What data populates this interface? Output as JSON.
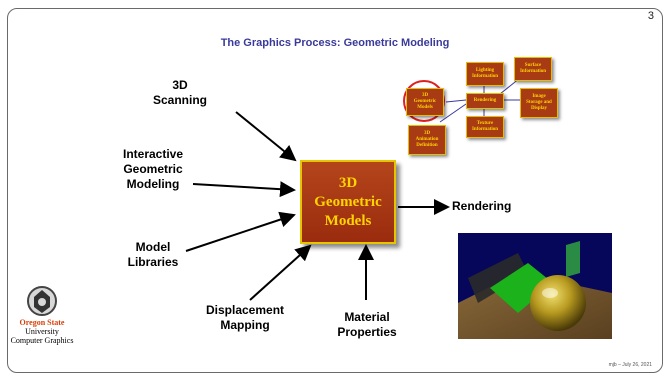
{
  "slide": {
    "page_number": "3",
    "title": "The Graphics Process: Geometric Modeling",
    "footer": "mjb – July 26, 2021"
  },
  "center_box": {
    "line1": "3D",
    "line2": "Geometric",
    "line3": "Models"
  },
  "inputs": {
    "scanning": {
      "line1": "3D",
      "line2": "Scanning"
    },
    "interactive": {
      "line1": "Interactive",
      "line2": "Geometric",
      "line3": "Modeling"
    },
    "libraries": {
      "line1": "Model",
      "line2": "Libraries"
    },
    "displacement": {
      "line1": "Displacement",
      "line2": "Mapping"
    },
    "material": {
      "line1": "Material",
      "line2": "Properties"
    }
  },
  "output": {
    "label": "Rendering"
  },
  "mini_diagram": {
    "geometric": [
      "3D",
      "Geometric",
      "Models"
    ],
    "animation": [
      "3D",
      "Animation",
      "Definition"
    ],
    "lighting": [
      "Lighting",
      "Information"
    ],
    "surface": [
      "Surface",
      "Information"
    ],
    "rendering": [
      "Rendering"
    ],
    "texture": [
      "Texture",
      "Information"
    ],
    "image": [
      "Image",
      "Storage and",
      "Display"
    ]
  },
  "logo": {
    "line1": "Oregon State",
    "line2": "University",
    "line3": "Computer Graphics"
  },
  "colors": {
    "box_fill": "#a83a14",
    "box_text": "#ffd400",
    "title": "#3a3a9a",
    "highlight": "#e02020",
    "osu_orange": "#d73f09"
  }
}
